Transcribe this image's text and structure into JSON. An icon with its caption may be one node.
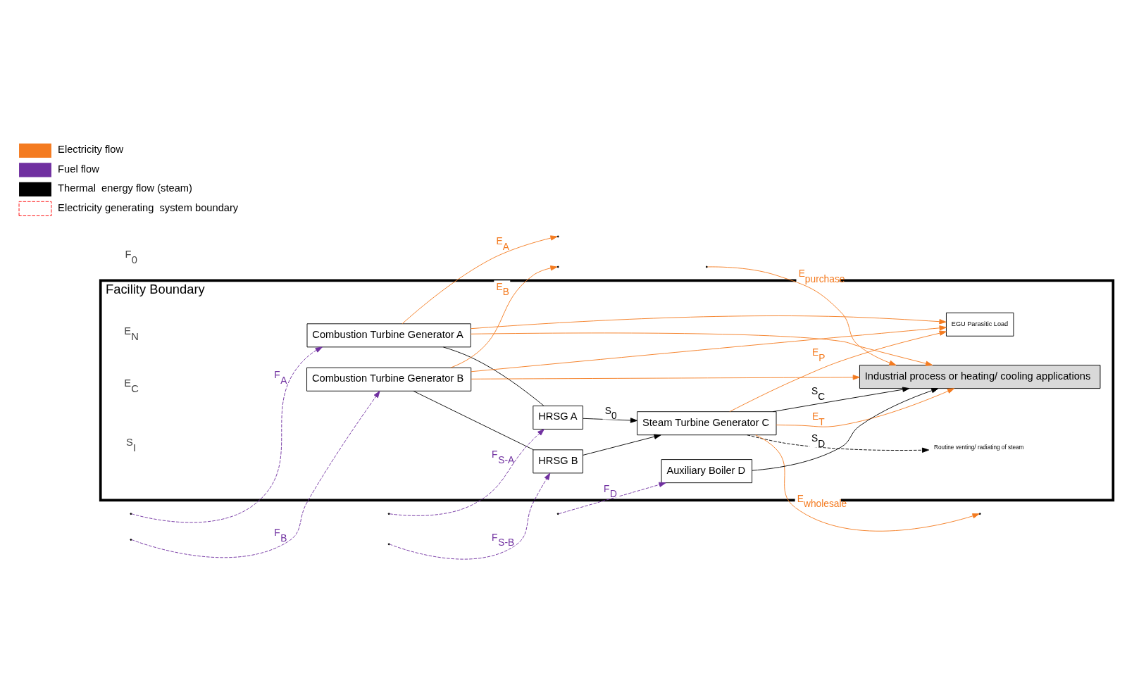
{
  "diagram": {
    "nodes": [
      {
        "text": [
          "Facility Boundary"
        ]
      },
      {
        "text": [
          "Combustion Turbine Generator A"
        ],
        "in": 0
      },
      {
        "text": [
          "Combustion Turbine Generator B"
        ],
        "in": 0
      },
      {
        "text": [
          "HRSG A"
        ],
        "in": 0
      },
      {
        "text": [
          "HRSG B"
        ],
        "in": 0
      },
      {
        "text": [
          "Steam Turbine Generator C"
        ],
        "in": 0
      },
      {
        "text": [
          "EGU Parasitic Load"
        ],
        "in": 0
      },
      {
        "text": [
          "Routine venting/ radiating of steam"
        ],
        "in": 0
      },
      {
        "text": [
          "Industrial process or heating/ cooling applications"
        ],
        "in": 0
      },
      {
        "text": [
          "Auxiliary Boiler D"
        ],
        "in": 0
      }
    ],
    "edges": [
      {
        "from": null,
        "to": 3,
        "arrow": "to",
        "label": "F$_{S-A}$",
        "style": "dashed",
        "color": "#7030a0"
      },
      {
        "from": null,
        "to": 1,
        "arrow": "to",
        "label": "F$_{A}$",
        "style": "dashed",
        "color": "#7030a0"
      },
      {
        "from": null,
        "to": 2,
        "arrow": "to",
        "label": "F$_{B}$",
        "style": "dashed",
        "color": "#7030a0"
      },
      {
        "from": null,
        "to": 4,
        "arrow": "to",
        "label": "F$_{S-B}$",
        "style": "dashed",
        "color": "#7030a0"
      },
      {
        "from": null,
        "to": 9,
        "arrow": "to",
        "label": "F$_{D}$",
        "style": "dashed",
        "color": "#7030a0"
      },
      {
        "from": 1,
        "to": 3,
        "arrow": "none",
        "color": "#000000"
      },
      {
        "from": 2,
        "to": 4,
        "arrow": "none",
        "color": "#000000"
      },
      {
        "from": 3,
        "to": 5,
        "arrow": "to",
        "label": "S$_{0}$",
        "color": "#000000"
      },
      {
        "from": 4,
        "to": 5,
        "arrow": "to",
        "color": "#000000"
      },
      {
        "from": 1,
        "to": null,
        "arrow": "to",
        "label": "E$_{A}$",
        "color": "#f47b20"
      },
      {
        "from": 1,
        "to": 6,
        "arrow": "to",
        "color": "#f47b20"
      },
      {
        "from": 1,
        "to": 8,
        "arrow": "to",
        "color": "#f47b20"
      },
      {
        "from": 2,
        "to": null,
        "arrow": "to",
        "label": "E$_{B}$",
        "color": "#f47b20"
      },
      {
        "from": 2,
        "to": 6,
        "arrow": "to",
        "color": "#f47b20"
      },
      {
        "from": 2,
        "to": 8,
        "arrow": "to",
        "color": "#f47b20"
      },
      {
        "from": 5,
        "to": null,
        "arrow": "to",
        "label": "E$_{wholesale}$",
        "color": "#f47b20"
      },
      {
        "from": 5,
        "to": 6,
        "arrow": "to",
        "label": "E$_{P}$",
        "color": "#f47b20"
      },
      {
        "from": 5,
        "to": 8,
        "arrow": "to",
        "label": "E$_{T}$",
        "color": "#f47b20"
      },
      {
        "from": null,
        "to": 8,
        "arrow": "to",
        "label": "E$_{purchase}$",
        "color": "#f47b20"
      },
      {
        "from": 5,
        "to": 7,
        "arrow": "to",
        "style": "dashed",
        "color": "#000000"
      },
      {
        "from": 5,
        "to": 8,
        "arrow": "to",
        "label": "S$_{C}$",
        "color": "#000000"
      },
      {
        "from": 9,
        "to": 8,
        "arrow": "to",
        "label": "S$_{D}$",
        "color": "#000000"
      }
    ],
    "labels": [
      "F$_{0}$",
      "E$_{N}$",
      "E$_{C}$",
      "S$_{I}$"
    ],
    "legend": [
      {
        "text": "Electricity flow"
      },
      {
        "text": "Fuel flow"
      },
      {
        "text": "Thermal  energy flow (steam)"
      },
      {
        "text": "Electricity generating  system boundary"
      }
    ]
  }
}
